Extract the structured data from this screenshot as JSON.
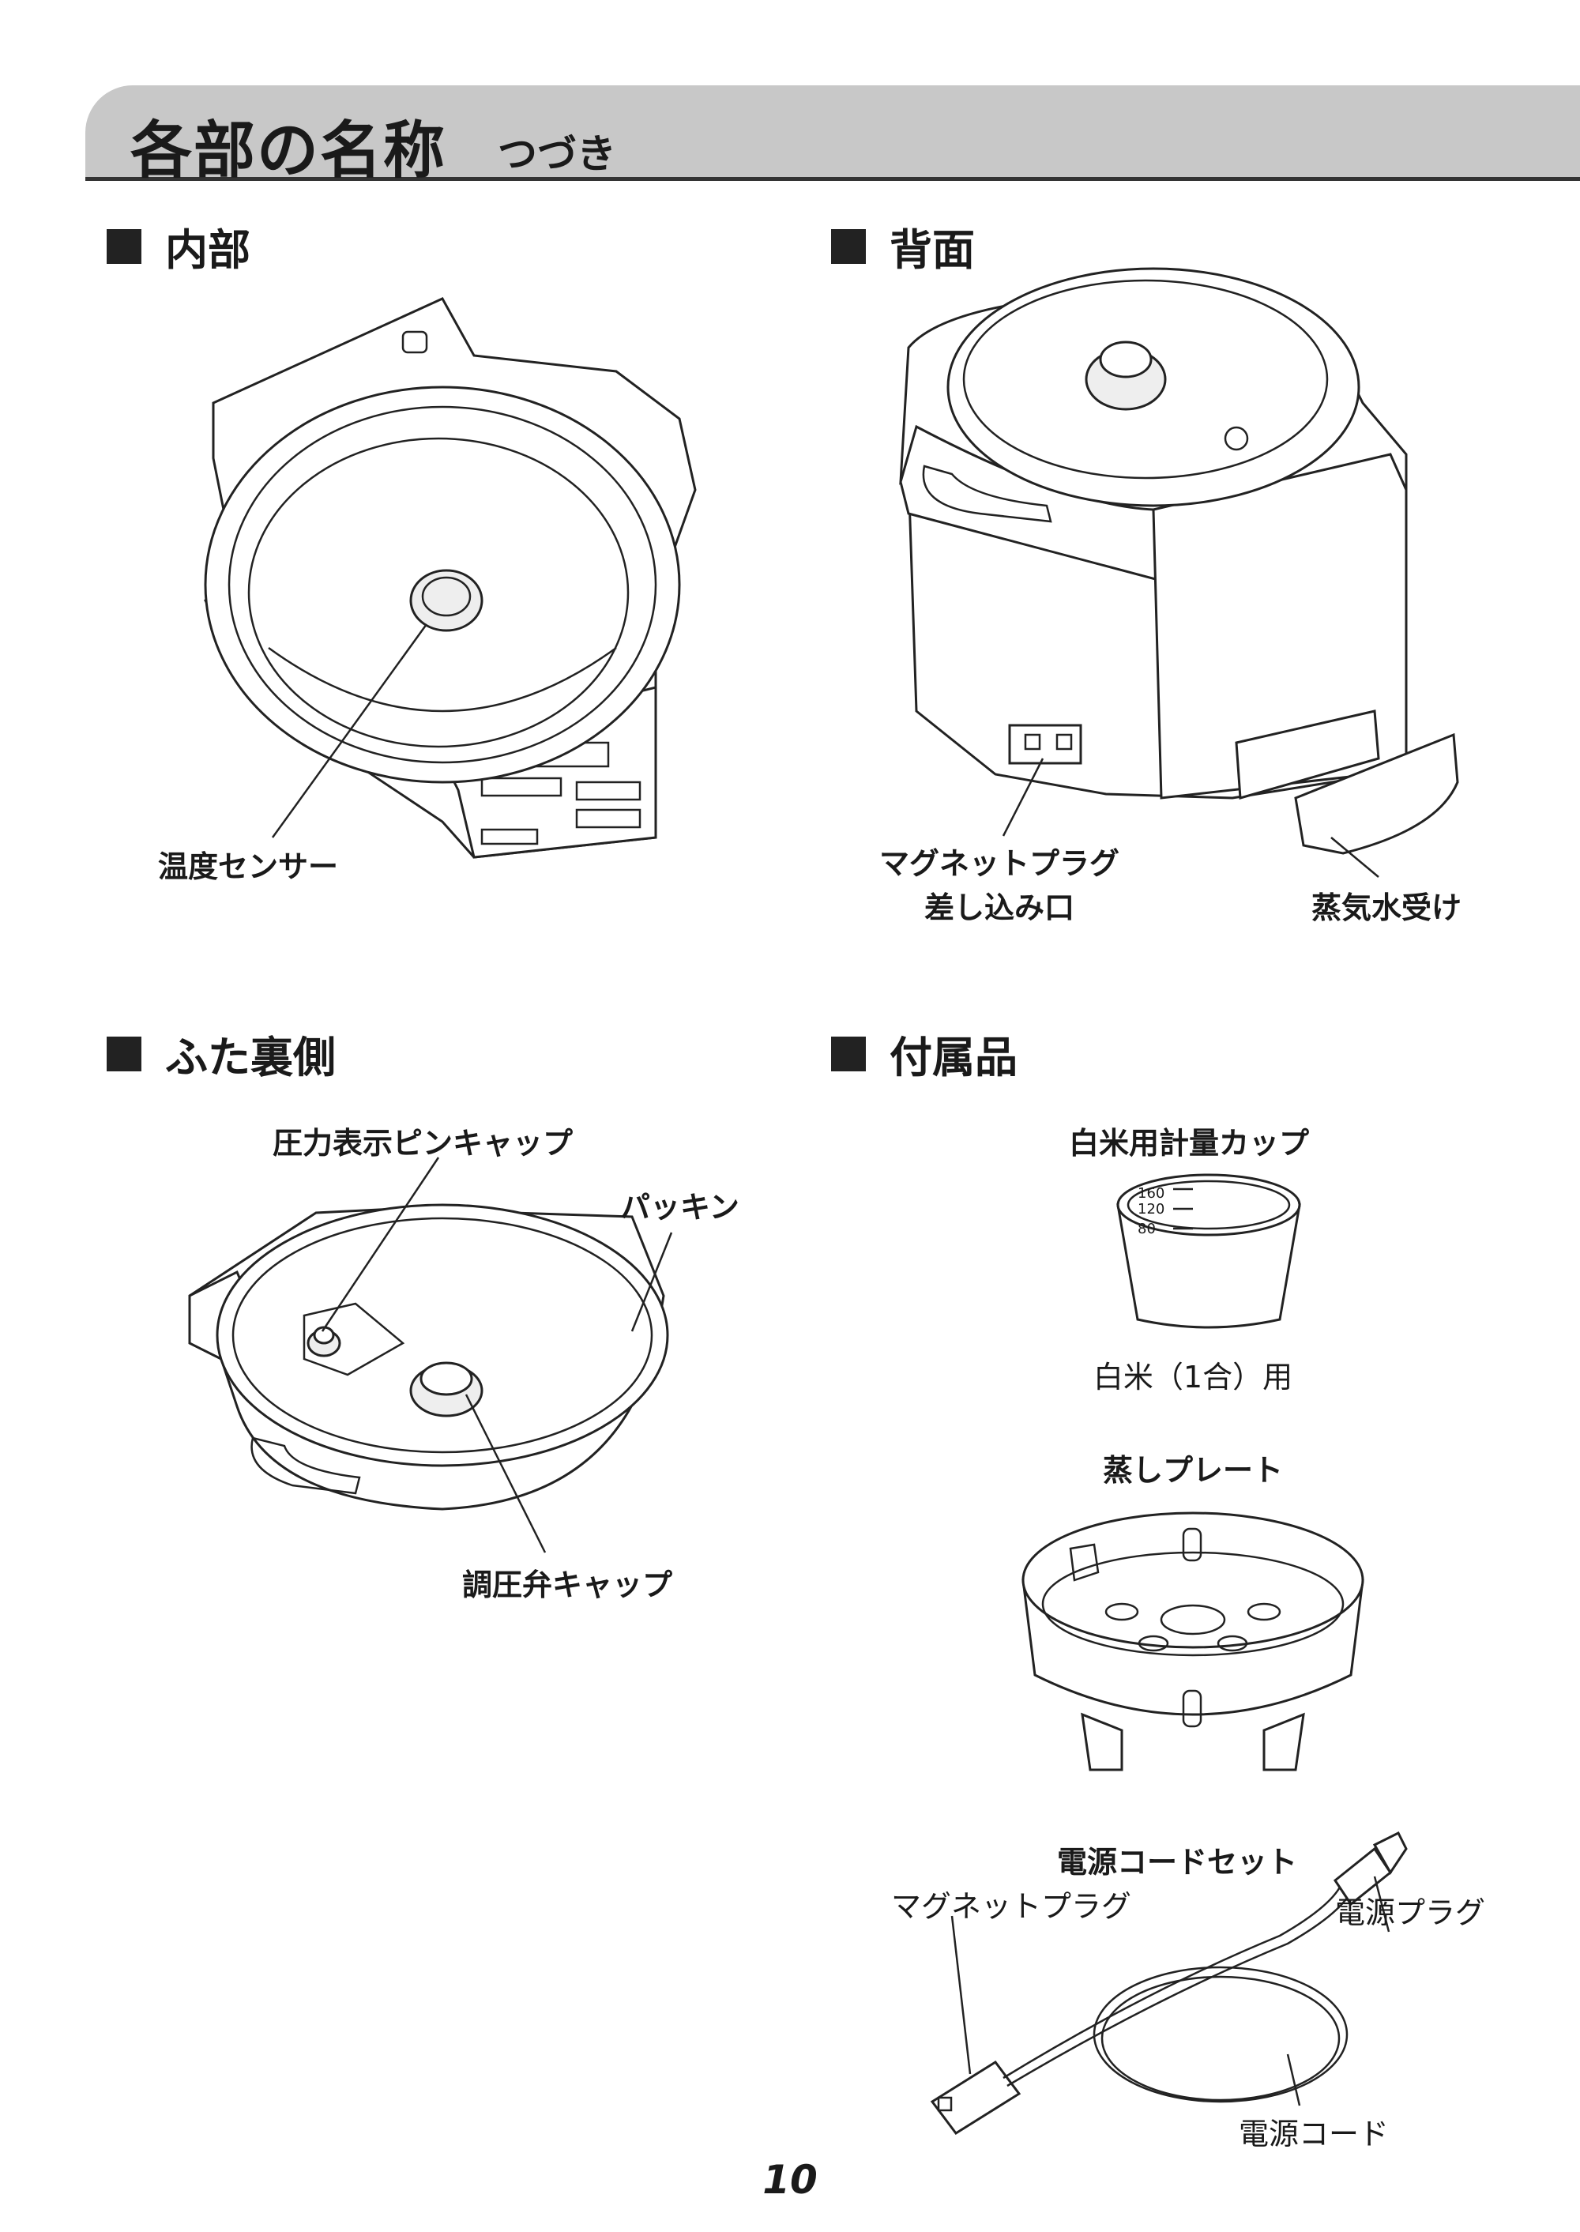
{
  "header": {
    "title": "各部の名称",
    "subtitle": "つづき"
  },
  "sections": {
    "interior": {
      "heading": "内部",
      "labels": {
        "sensor": "温度センサー"
      }
    },
    "back": {
      "heading": "背面",
      "labels": {
        "plug_port_line1": "マグネットプラグ",
        "plug_port_line2": "差し込み口",
        "steam_tray": "蒸気水受け"
      }
    },
    "lid": {
      "heading": "ふた裏側",
      "labels": {
        "pin_cap": "圧力表示ピンキャップ",
        "packing": "パッキン",
        "valve_cap": "調圧弁キャップ"
      }
    },
    "accessories": {
      "heading": "付属品",
      "cup": {
        "title": "白米用計量カップ",
        "caption": "白米（1合）用",
        "marks": [
          "160",
          "120",
          "80"
        ]
      },
      "steam_plate": {
        "title": "蒸しプレート"
      },
      "cord_set": {
        "title": "電源コードセット",
        "magnet_plug": "マグネットプラグ",
        "power_plug": "電源プラグ",
        "cord": "電源コード"
      }
    }
  },
  "page_number": "10"
}
